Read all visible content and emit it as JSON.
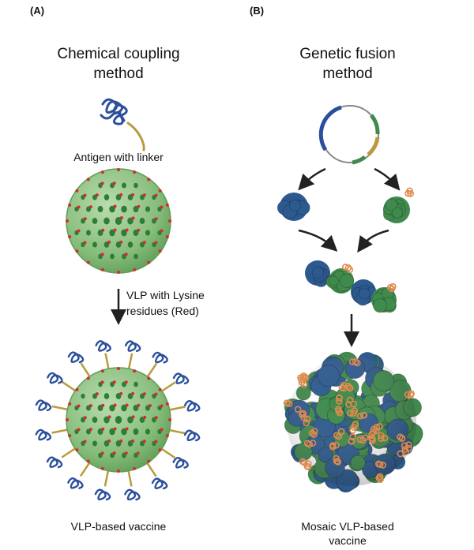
{
  "panel_a": {
    "tag": "(A)",
    "title_line1": "Chemical coupling",
    "title_line2": "method",
    "antigen_label": "Antigen with linker",
    "vlp_label_line1": "VLP with Lysine",
    "vlp_label_line2": "residues (Red)",
    "result_label": "VLP-based vaccine"
  },
  "panel_b": {
    "tag": "(B)",
    "title_line1": "Genetic fusion",
    "title_line2": "method",
    "result_label_line1": "Mosaic VLP-based",
    "result_label_line2": "vaccine"
  },
  "colors": {
    "vlp_green": "#7fb876",
    "dot_green": "#2e7d34",
    "lysine_red": "#d62c2c",
    "antigen_blue": "#2a4f9c",
    "linker_gold": "#b99a3c",
    "protein_blue": "#2d5a8e",
    "protein_green": "#3f8a4c",
    "fusion_orange": "#e08a4e"
  }
}
